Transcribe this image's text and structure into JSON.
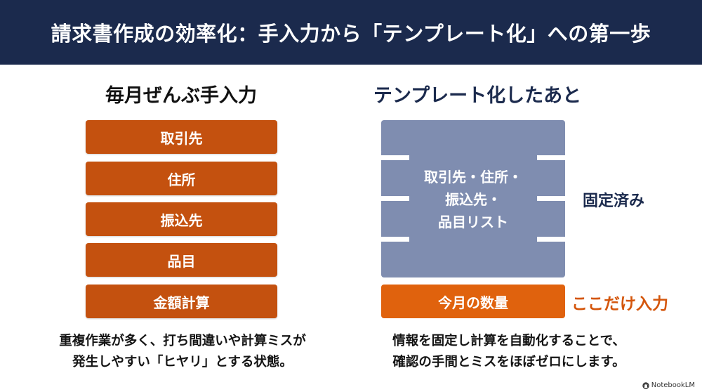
{
  "header": {
    "title": "請求書作成の効率化：手入力から「テンプレート化」への第一歩"
  },
  "left": {
    "title": "毎月ぜんぶ手入力",
    "steps": [
      "取引先",
      "住所",
      "振込先",
      "品目",
      "金額計算"
    ],
    "caption_line1": "重複作業が多く、打ち間違いや計算ミスが",
    "caption_line2": "発生しやすい「ヒヤリ」とする状態。"
  },
  "right": {
    "title": "テンプレート化したあと",
    "template_line1": "取引先・住所・",
    "template_line2": "振込先・",
    "template_line3": "品目リスト",
    "fixed_label": "固定済み",
    "input_box": "今月の数量",
    "input_label": "ここだけ入力",
    "caption_line1": "情報を固定し計算を自動化することで、",
    "caption_line2": "確認の手間とミスをほぼゼロにします。"
  },
  "watermark": {
    "text": "NotebookLM"
  },
  "colors": {
    "header_bg": "#1b2a4d",
    "step_orange": "#c4510f",
    "template_blue": "#7f8db0",
    "input_orange": "#e0620d",
    "label_orange": "#d4560c"
  }
}
